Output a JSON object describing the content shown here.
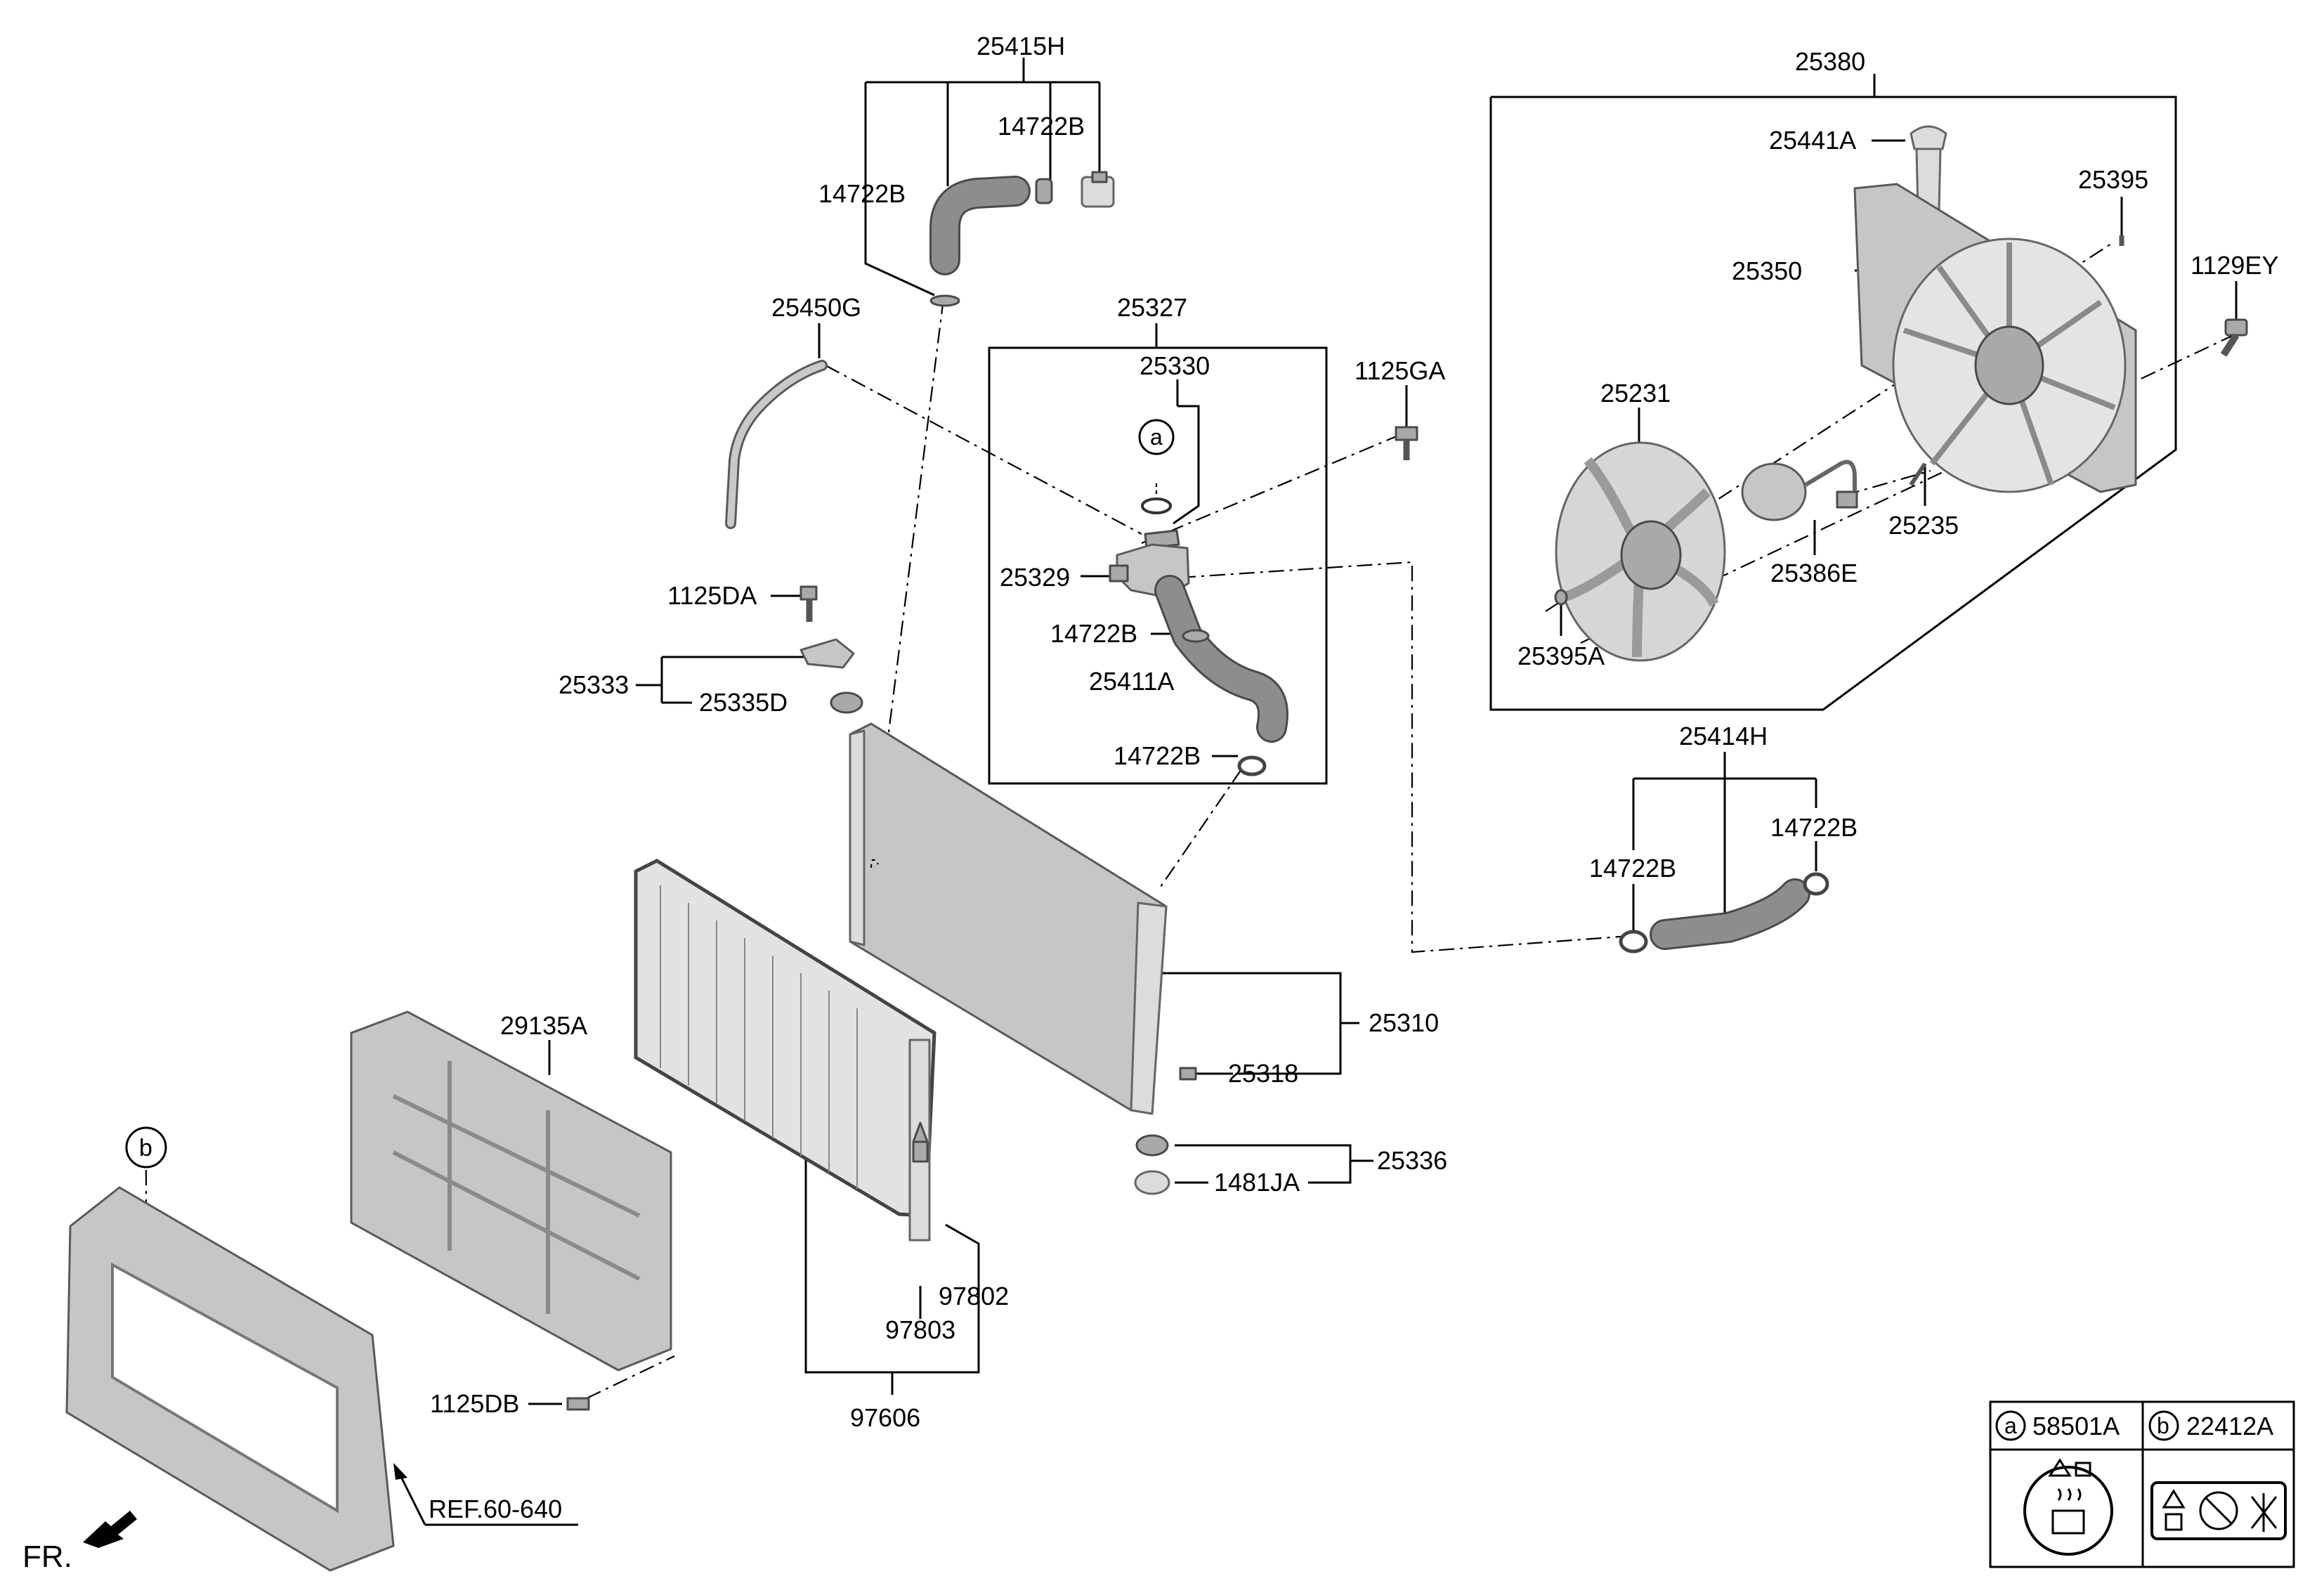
{
  "labels": {
    "hose_upper_kit": "25415H",
    "clamp_upper_right": "14722B",
    "clamp_upper_left": "14722B",
    "fan_shroud_assy": "25380",
    "cap_reservoir": "25441A",
    "screw_shroud": "25395",
    "shroud": "25350",
    "bolt_shroud": "1129EY",
    "overflow_hose": "25450G",
    "thermostat_assy": "25327",
    "cap_thermostat": "25330",
    "bolt_thermostat": "1125GA",
    "fan": "25231",
    "resistor": "25235",
    "motor": "25386E",
    "fan_nut": "25395A",
    "housing": "25329",
    "clamp_thermostat_1": "14722B",
    "hose_thermostat": "25411A",
    "clamp_thermostat_2": "14722B",
    "bolt_bracket": "1125DA",
    "bracket_assy": "25333",
    "insulator_upper": "25335D",
    "hose_lower_kit": "25414H",
    "clamp_lower_right": "14722B",
    "clamp_lower_left": "14722B",
    "air_guard": "29135A",
    "radiator": "25310",
    "drain_plug": "25318",
    "insulator_assy": "25336",
    "insulator_lower": "1481JA",
    "condenser_fitting": "97802",
    "condenser_plug": "97803",
    "condenser": "97606",
    "bolt_carrier": "1125DB",
    "ref_carrier": "REF.60-640",
    "front_indicator": "FR.",
    "callout_a": "a",
    "callout_b": "b"
  },
  "legend": {
    "a_letter": "a",
    "a_part": "58501A",
    "b_letter": "b",
    "b_part": "22412A"
  }
}
